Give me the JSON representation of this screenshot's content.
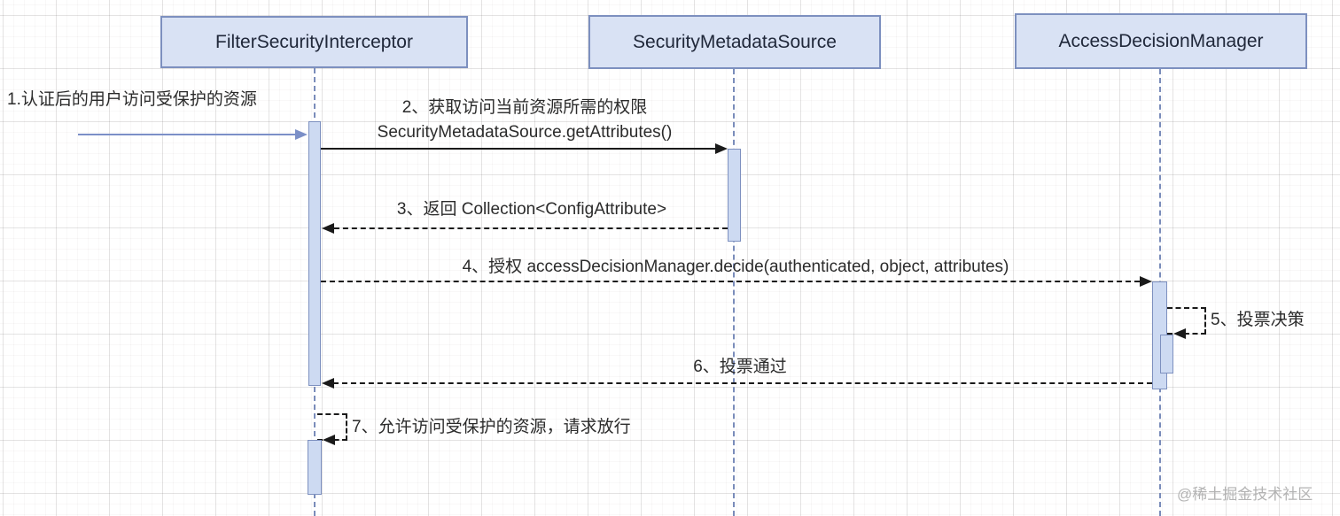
{
  "participants": [
    {
      "name": "FilterSecurityInterceptor"
    },
    {
      "name": "SecurityMetadataSource"
    },
    {
      "name": "AccessDecisionManager"
    }
  ],
  "messages": {
    "m1": "1.认证后的用户访问受保护的资源",
    "m2_line1": "2、获取访问当前资源所需的权限",
    "m2_line2": "SecurityMetadataSource.getAttributes()",
    "m3": "3、返回 Collection<ConfigAttribute>",
    "m4": "4、授权 accessDecisionManager.decide(authenticated, object, attributes)",
    "m5": "5、投票决策",
    "m6": "6、投票通过",
    "m7": "7、允许访问受保护的资源，请求放行"
  },
  "watermark": "@稀土掘金技术社区",
  "colors": {
    "participant_fill": "#d9e2f4",
    "participant_border": "#7d90bf",
    "activation_fill": "#cddaf2",
    "lifeline": "#7a8cba",
    "message_line": "#1a1a1a",
    "initial_arrow": "#7b8fc7",
    "watermark": "#b3b3b3"
  }
}
